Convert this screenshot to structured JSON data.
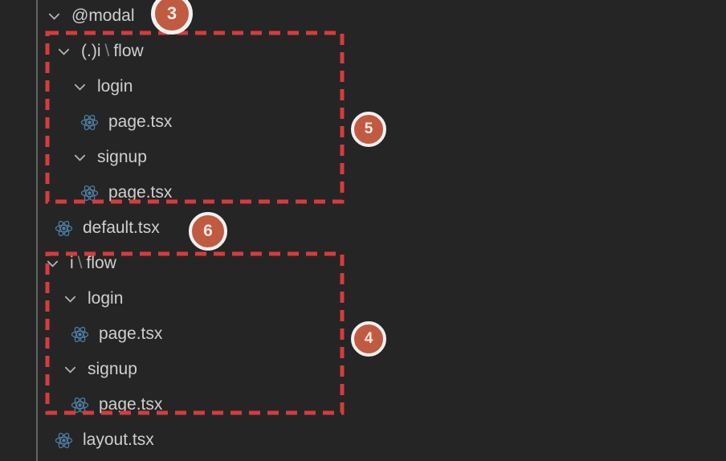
{
  "tree": {
    "items": [
      {
        "label": "@modal",
        "type": "folder-expanded"
      },
      {
        "prefix": "(.)i",
        "separator": "\\",
        "suffix": "flow",
        "type": "folder-expanded-compact"
      },
      {
        "label": "login",
        "type": "folder-expanded"
      },
      {
        "label": "page.tsx",
        "type": "react-file"
      },
      {
        "label": "signup",
        "type": "folder-expanded"
      },
      {
        "label": "page.tsx",
        "type": "react-file"
      },
      {
        "label": "default.tsx",
        "type": "react-file"
      },
      {
        "prefix": "i",
        "separator": "\\",
        "suffix": "flow",
        "type": "folder-expanded-compact"
      },
      {
        "label": "login",
        "type": "folder-expanded"
      },
      {
        "label": "page.tsx",
        "type": "react-file"
      },
      {
        "label": "signup",
        "type": "folder-expanded"
      },
      {
        "label": "page.tsx",
        "type": "react-file"
      },
      {
        "label": "layout.tsx",
        "type": "react-file"
      }
    ]
  },
  "annotations": {
    "badges": [
      {
        "value": "3"
      },
      {
        "value": "5"
      },
      {
        "value": "6"
      },
      {
        "value": "4"
      }
    ]
  },
  "colors": {
    "background": "#252525",
    "text": "#cfcfcf",
    "path_separator": "#878787",
    "chevron": "#b5b5b5",
    "react_icon_blue": "#4d7fa6",
    "annotation_red": "#d83b3b",
    "badge_fill": "#c05a41",
    "badge_ring": "#f1f1f1",
    "guide_line_gray": "#626262"
  }
}
